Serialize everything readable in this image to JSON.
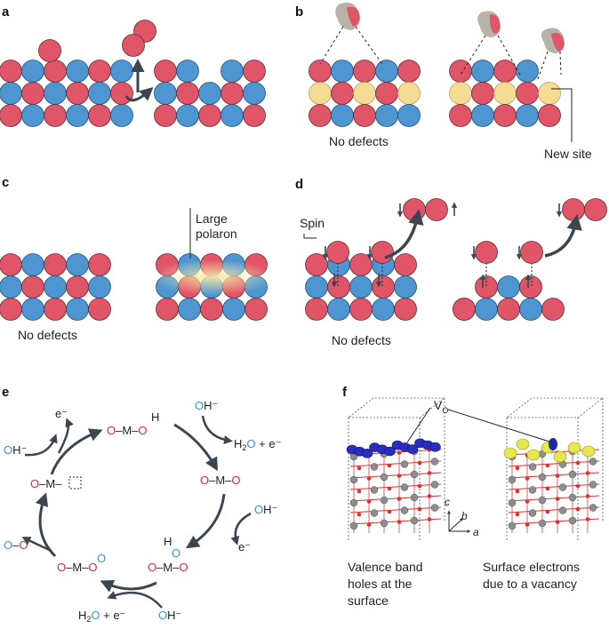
{
  "colors": {
    "red": "#e05567",
    "blue": "#4e96d2",
    "yellow": "#f5dc93",
    "arrow": "#3b4650",
    "text_blue": "#3a92d0",
    "text_red": "#c83243"
  },
  "panels": {
    "a": {
      "letter": "a"
    },
    "b": {
      "letter": "b",
      "no_defects": "No defects",
      "new_site": "New site"
    },
    "c": {
      "letter": "c",
      "no_defects": "No defects",
      "polaron_line1": "Large",
      "polaron_line2": "polaron"
    },
    "d": {
      "letter": "d",
      "spin": "Spin",
      "no_defects": "No defects"
    },
    "e": {
      "letter": "e"
    },
    "f": {
      "letter": "f",
      "vacancy_label": "V",
      "vacancy_sub": "O",
      "axis_c": "c",
      "axis_b": "b",
      "axis_a": "a",
      "caption_left": [
        "Valence band",
        "holes at the",
        "surface"
      ],
      "caption_right": [
        "Surface electrons",
        "due to a vacancy"
      ]
    }
  }
}
